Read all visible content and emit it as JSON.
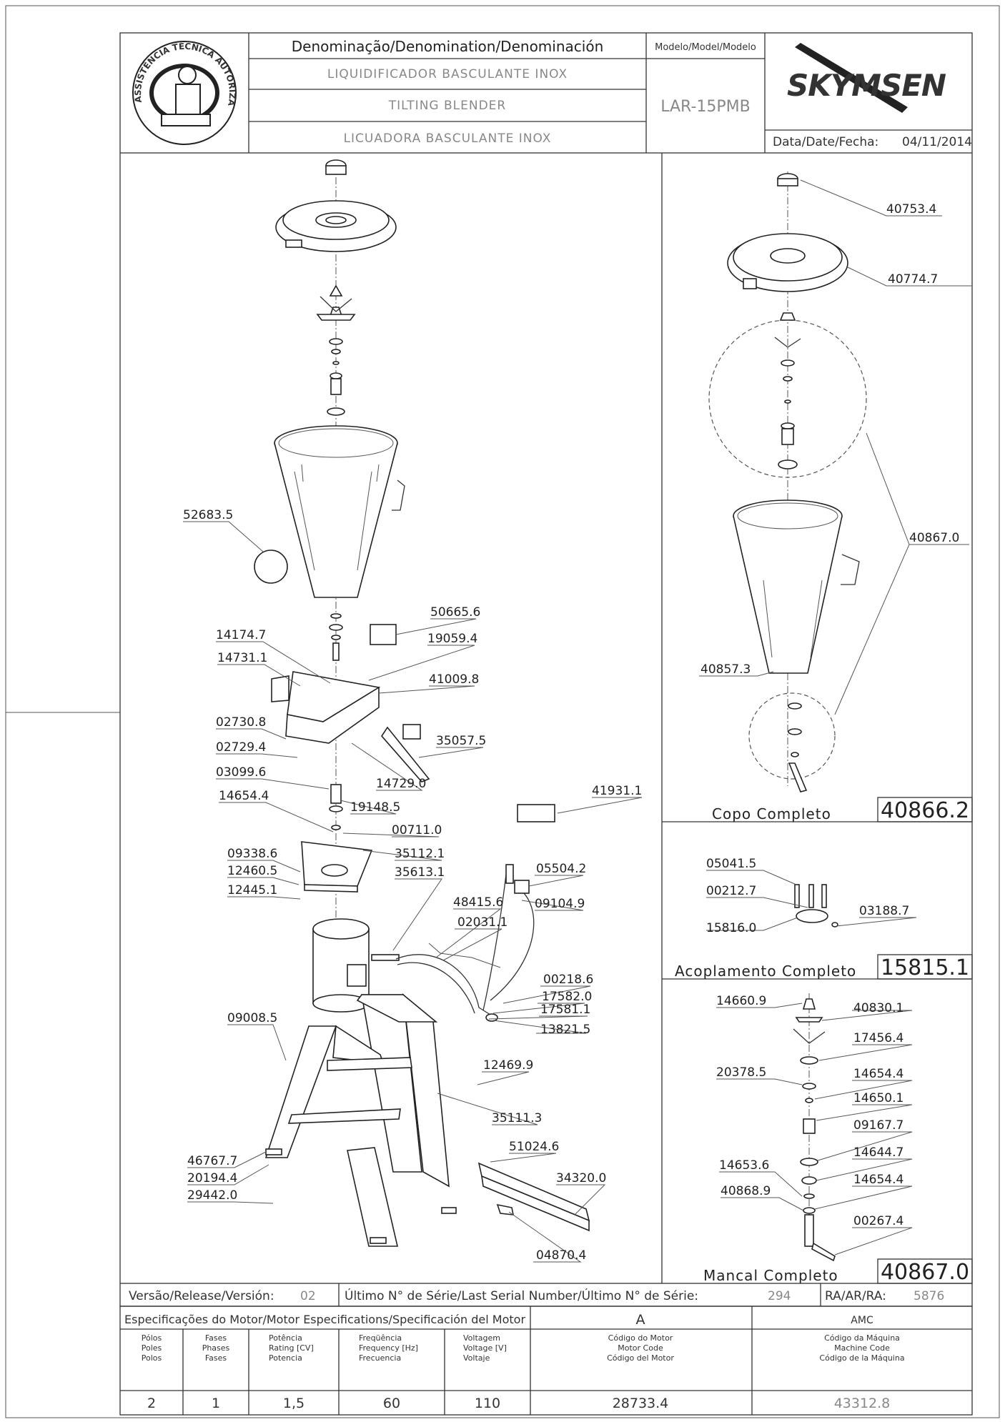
{
  "header": {
    "denomination_title": "Denominação/Denomination/Denominación",
    "name_pt": "LIQUIDIFICADOR BASCULANTE INOX",
    "name_en": "TILTING BLENDER",
    "name_es": "LICUADORA BASCULANTE INOX",
    "model_label": "Modelo/Model/Modelo",
    "model_value": "LAR-15PMB",
    "brand": "SKYMSEN",
    "date_label": "Data/Date/Fecha:",
    "date_value": "04/11/2014",
    "seal_text": "ASSISTÊNCIA TÉCNICA AUTORIZADA"
  },
  "main_labels": {
    "p52683": "52683.5",
    "p50665": "50665.6",
    "p14174": "14174.7",
    "p14731": "14731.1",
    "p19059": "19059.4",
    "p41009": "41009.8",
    "p02730": "02730.8",
    "p02729": "02729.4",
    "p35057": "35057.5",
    "p03099": "03099.6",
    "p14729": "14729.0",
    "p14654": "14654.4",
    "p19148": "19148.5",
    "p41931": "41931.1",
    "p00711": "00711.0",
    "p09338": "09338.6",
    "p35112": "35112.1",
    "p12460": "12460.5",
    "p35613": "35613.1",
    "p12445": "12445.1",
    "p05504": "05504.2",
    "p48415": "48415.6",
    "p09104": "09104.9",
    "p02031": "02031.1",
    "p00218": "00218.6",
    "p17582": "17582.0",
    "p17581": "17581.1",
    "p13821": "13821.5",
    "p09008": "09008.5",
    "p12469": "12469.9",
    "p35111": "35111.3",
    "p51024": "51024.6",
    "p46767": "46767.7",
    "p34320": "34320.0",
    "p20194": "20194.4",
    "p29442": "29442.0",
    "p04870": "04870.4"
  },
  "copo": {
    "p40753": "40753.4",
    "p40774": "40774.7",
    "p40867": "40867.0",
    "p40857": "40857.3",
    "title": "Copo Completo",
    "code": "40866.2"
  },
  "acoplamento": {
    "p05041": "05041.5",
    "p00212": "00212.7",
    "p03188": "03188.7",
    "p15816": "15816.0",
    "title": "Acoplamento Completo",
    "code": "15815.1"
  },
  "mancal": {
    "p14660": "14660.9",
    "p40830": "40830.1",
    "p17456": "17456.4",
    "p20378": "20378.5",
    "p14654a": "14654.4",
    "p14650": "14650.1",
    "p09167": "09167.7",
    "p14653": "14653.6",
    "p14644": "14644.7",
    "p40868": "40868.9",
    "p14654b": "14654.4",
    "p00267": "00267.4",
    "title": "Mancal Completo",
    "code": "40867.0"
  },
  "release": {
    "version_label": "Versão/Release/Versión:",
    "version_value": "02",
    "serial_label": "Último N° de Série/Last Serial Number/Último N° de Série:",
    "serial_value": "294",
    "ra_label": "RA/AR/RA:",
    "ra_value": "5876"
  },
  "motor_spec": {
    "title": "Especificações do Motor/Motor Especifications/Specificación del Motor",
    "variant": "A",
    "machine_abbr": "AMC",
    "headers": [
      [
        "Pólos",
        "Poles",
        "Polos"
      ],
      [
        "Fases",
        "Phases",
        "Fases"
      ],
      [
        "Potência",
        "Rating [CV]",
        "Potencia"
      ],
      [
        "Freqüência",
        "Frequency [Hz]",
        "Frecuencia"
      ],
      [
        "Voltagem",
        "Voltage [V]",
        "Voltaje"
      ],
      [
        "Código do Motor",
        "Motor Code",
        "Código del Motor"
      ],
      [
        "Código da Máquina",
        "Machine Code",
        "Código de la Máquina"
      ]
    ],
    "values": [
      "2",
      "1",
      "1,5",
      "60",
      "110",
      "28733.4",
      "43312.8"
    ]
  }
}
